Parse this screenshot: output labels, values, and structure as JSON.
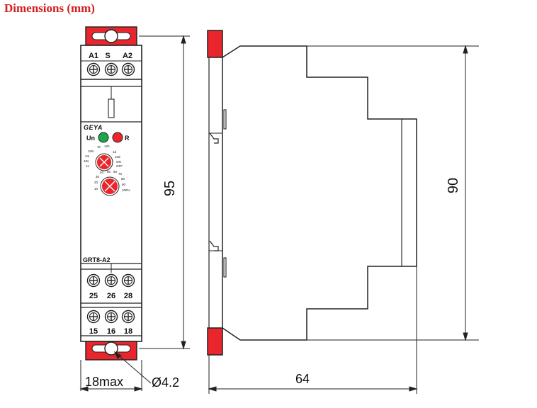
{
  "title": "Dimensions (mm)",
  "front": {
    "top_terminals": [
      "A1",
      "S",
      "A2"
    ],
    "brand": "GEYA",
    "led_un": "Un",
    "led_r": "R",
    "dial_time_labels": [
      "1h",
      "12h",
      "1d",
      "10d",
      "10m",
      "1m",
      "10s",
      "1s",
      "ON",
      "OFF"
    ],
    "dial_pct_labels": [
      "40",
      "50",
      "60",
      "70",
      "30",
      "20",
      "10",
      "80",
      "90",
      "100%"
    ],
    "model": "GRT8-A2",
    "mid_terminals": [
      "25",
      "26",
      "28"
    ],
    "bottom_terminals": [
      "15",
      "16",
      "18"
    ]
  },
  "dimensions": {
    "height_front": "95",
    "width_front": "18max",
    "hole": "Ø4.2",
    "height_side": "90",
    "depth": "64"
  },
  "colors": {
    "title": "#d21f1f",
    "clip": "#e8262b",
    "led_green": "#1aa64a",
    "led_red": "#e8262b",
    "dial": "#e8262b",
    "line": "#222222"
  }
}
